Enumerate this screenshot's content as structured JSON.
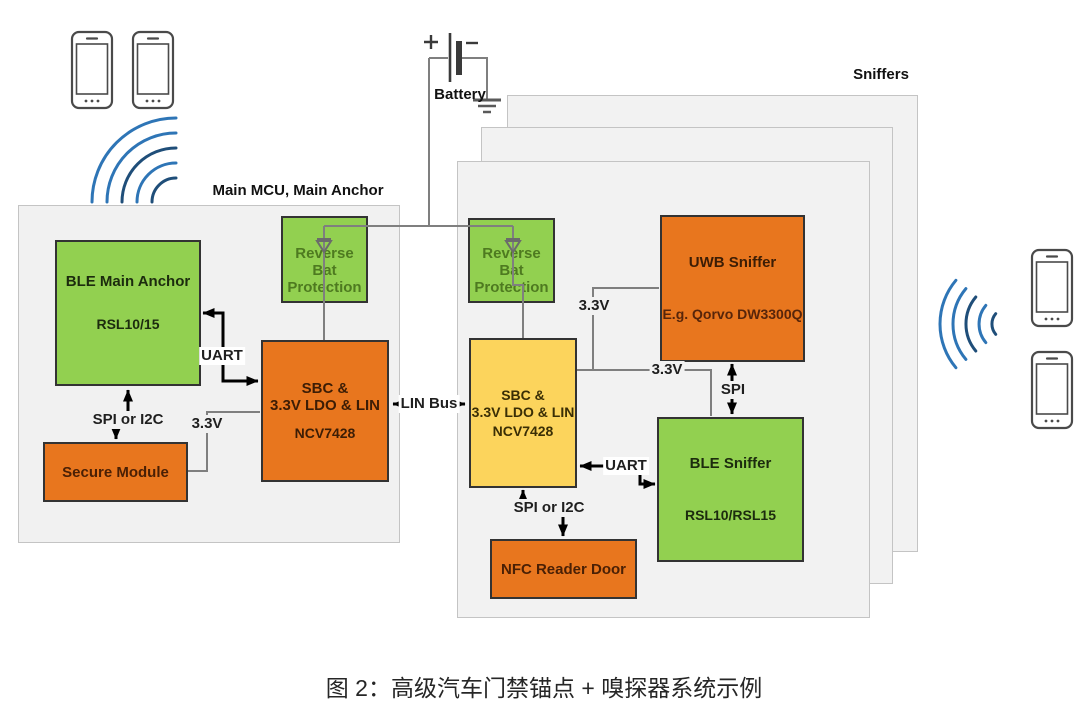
{
  "caption": "图 2：高级汽车门禁锚点 + 嗅探器系统示例",
  "section_labels": {
    "main_mcu": "Main MCU, Main Anchor",
    "sniffers": "Sniffers",
    "battery": "Battery"
  },
  "wire_labels": {
    "uart_left": "UART",
    "uart_right": "UART",
    "spi_i2c_left": "SPI or I2C",
    "spi_i2c_right": "SPI or I2C",
    "v33_left": "3.3V",
    "v33_upper_right": "3.3V",
    "v33_lower_right": "3.3V",
    "lin_bus": "LIN Bus",
    "spi": "SPI"
  },
  "blocks": {
    "ble_main_anchor": {
      "title": "BLE Main Anchor",
      "subtitle": "RSL10/15"
    },
    "secure_module": {
      "title": "Secure Module"
    },
    "reverse_bat_left": {
      "title": "Reverse Bat Protection"
    },
    "sbc_left": {
      "line1": "SBC &",
      "line2": "3.3V LDO & LIN",
      "part": "NCV7428"
    },
    "reverse_bat_right": {
      "title": "Reverse Bat Protection"
    },
    "sbc_right": {
      "line1": "SBC &",
      "line2": "3.3V LDO & LIN",
      "part": "NCV7428"
    },
    "uwb_sniffer": {
      "title": "UWB Sniffer",
      "subtitle": "E.g. Qorvo DW3300Q"
    },
    "ble_sniffer": {
      "title": "BLE Sniffer",
      "subtitle": "RSL10/RSL15"
    },
    "nfc_reader_door": {
      "title": "NFC Reader Door"
    }
  },
  "icons": {
    "phone": "phone-icon",
    "radio_waves": "radio-waves-icon",
    "battery": "battery-icon",
    "ground": "ground-icon",
    "diode": "diode-icon"
  },
  "colors": {
    "green": "#92d050",
    "orange": "#e8761e",
    "yellow": "#fcd45c",
    "panel_gray": "#f2f2f2",
    "wire_gray": "#7f7f7f",
    "wave_blue": "#2e75b6",
    "wave_blue_dark": "#1f4e79"
  }
}
